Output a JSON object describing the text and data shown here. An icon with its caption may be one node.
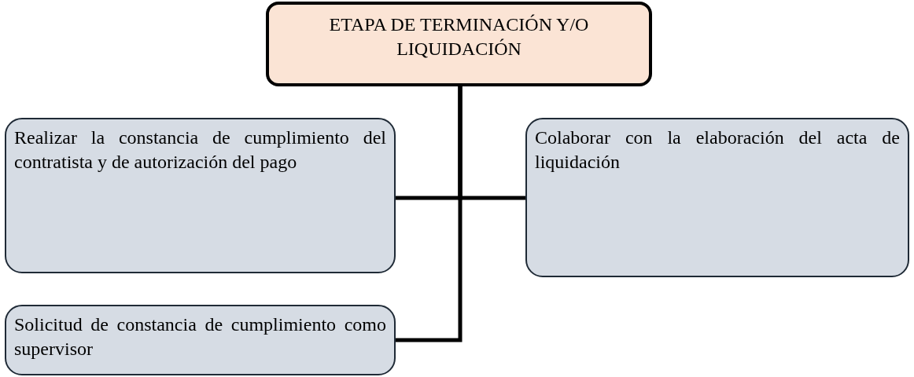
{
  "diagram": {
    "nodes": [
      {
        "text": [
          "ETAPA DE TERMINACIÓN Y/O LIQUIDACIÓN"
        ]
      },
      {
        "text": [
          "Realizar la constancia de cumplimiento del contratista y de autorización del pago"
        ]
      },
      {
        "text": [
          "Colaborar con la elaboración del acta de liquidación"
        ]
      },
      {
        "text": [
          "Solicitud de constancia de cumplimiento como supervisor"
        ]
      }
    ],
    "edges": [
      {
        "from": 0,
        "to": 1,
        "arrow": "none"
      },
      {
        "from": 0,
        "to": 2,
        "arrow": "none"
      },
      {
        "from": 0,
        "to": 3,
        "arrow": "none"
      }
    ]
  }
}
